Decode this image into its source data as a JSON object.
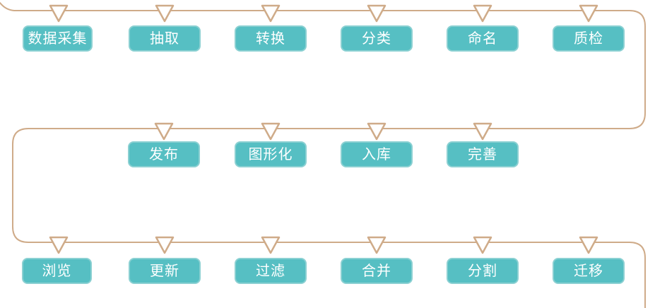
{
  "diagram": {
    "type": "snake-flowchart",
    "rows": [
      {
        "items": [
          "数据采集",
          "抽取",
          "转换",
          "分类",
          "命名",
          "质检"
        ]
      },
      {
        "items": [
          "发布",
          "图形化",
          "入库",
          "完善"
        ]
      },
      {
        "items": [
          "浏览",
          "更新",
          "过滤",
          "合并",
          "分割",
          "迁移"
        ]
      }
    ]
  },
  "icons": {
    "step_marker": "triangle-down-outline"
  },
  "colors": {
    "connector": "#cfab89",
    "box_fill": "#56bfc3",
    "box_border": "#8bd0d2",
    "text": "#ffffff",
    "canvas_background": "#ffffff"
  }
}
